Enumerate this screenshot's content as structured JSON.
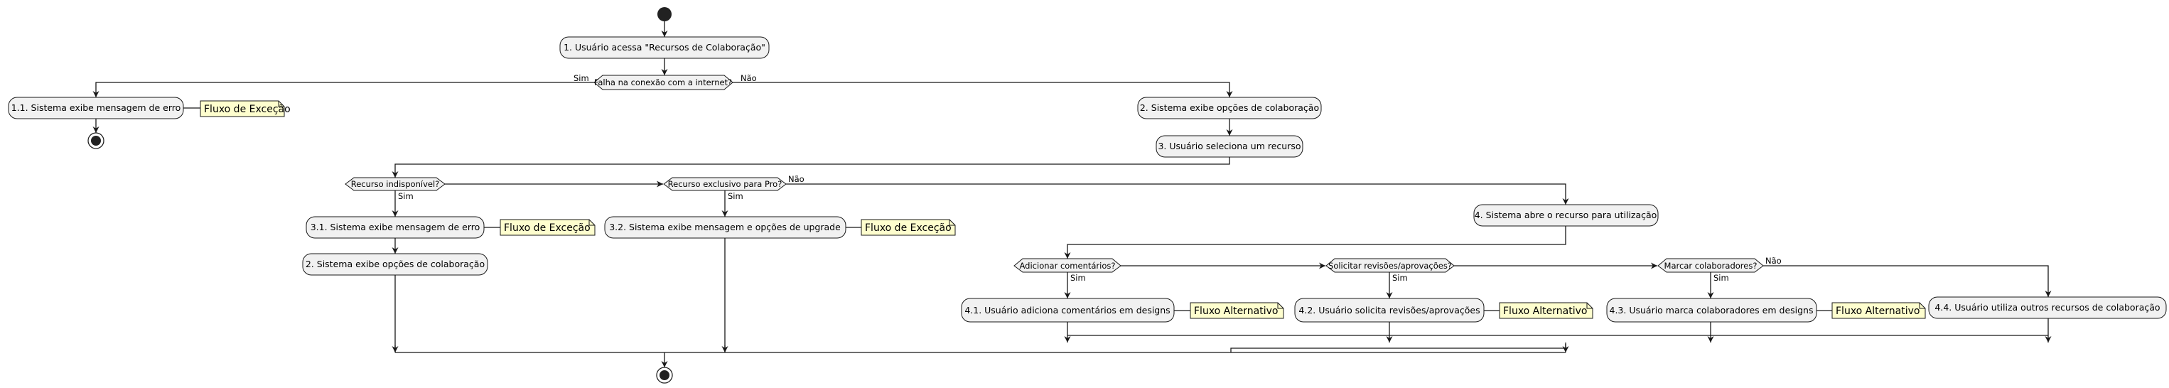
{
  "activities": {
    "a1": "1. Usuário acessa \"Recursos de Colaboração\"",
    "a11": "1.1. Sistema exibe mensagem de erro",
    "a2": "2. Sistema exibe opções de colaboração",
    "a3": "3. Usuário seleciona um recurso",
    "a31": "3.1. Sistema exibe mensagem de erro",
    "a31b": "2. Sistema exibe opções de colaboração",
    "a32": "3.2. Sistema exibe mensagem e opções de upgrade",
    "a4": "4. Sistema abre o recurso para utilização",
    "a41": "4.1. Usuário adiciona comentários em designs",
    "a42": "4.2. Usuário solicita revisões/aprovações",
    "a43": "4.3. Usuário marca colaboradores em designs",
    "a44": "4.4. Usuário utiliza outros recursos de colaboração"
  },
  "decisions": {
    "d1": "Falha na conexão com a internet?",
    "d2": "Recurso indisponível?",
    "d3": "Recurso exclusivo para Pro?",
    "d4": "Adicionar comentários?",
    "d5": "Solicitar revisões/aprovações?",
    "d6": "Marcar colaboradores?"
  },
  "branches": {
    "yes": "Sim",
    "no": "Não"
  },
  "notes": {
    "exception": "Fluxo de Exceção",
    "alternative": "Fluxo Alternativo"
  },
  "colors": {
    "activity_fill": "#f1f1f1",
    "note_fill": "#fefece",
    "stroke": "#181818"
  }
}
